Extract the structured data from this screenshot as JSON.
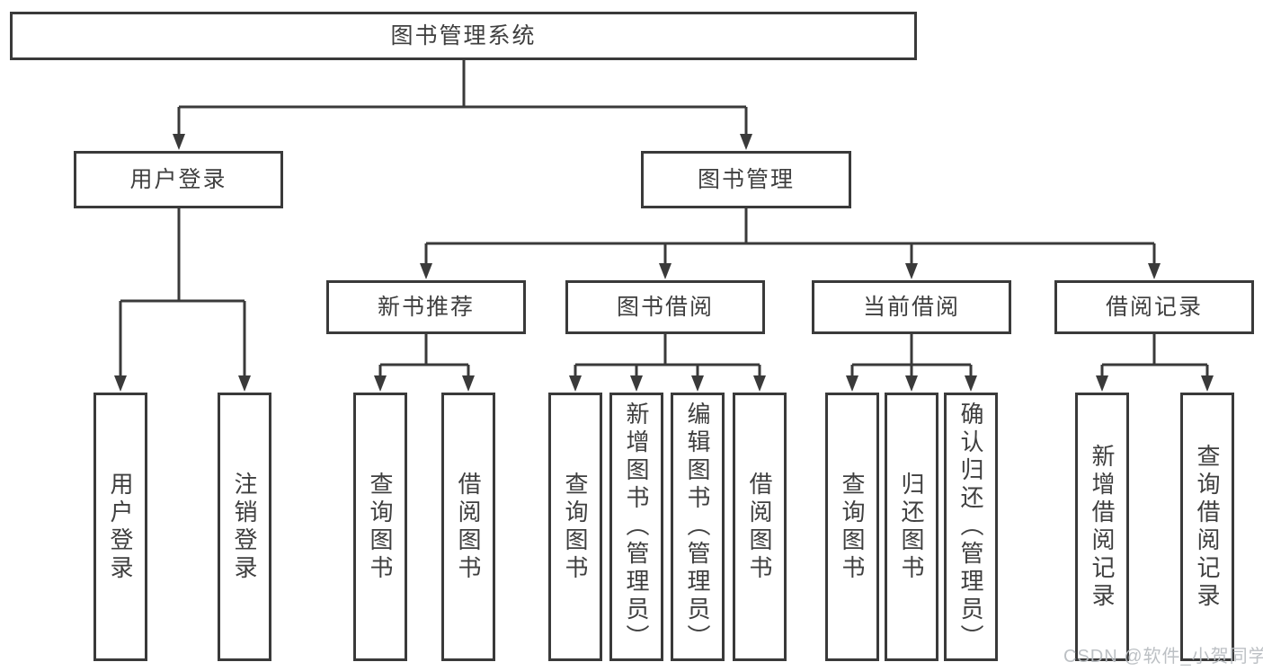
{
  "diagram": {
    "type": "tree",
    "root": "图书管理系统",
    "level2": [
      "用户登录",
      "图书管理"
    ],
    "level3": [
      "新书推荐",
      "图书借阅",
      "当前借阅",
      "借阅记录"
    ],
    "leaves": {
      "user_login": [
        "用户登录",
        "注销登录"
      ],
      "new_book": [
        "查询图书",
        "借阅图书"
      ],
      "book_borrow": [
        "查询图书",
        "新增图书（管理员）",
        "编辑图书（管理员）",
        "借阅图书"
      ],
      "current_borrow": [
        "查询图书",
        "归还图书",
        "确认归还（管理员）"
      ],
      "borrow_records": [
        "新增借阅记录",
        "查询借阅记录"
      ]
    }
  },
  "watermark": "CSDN @软件_小贺同学",
  "colors": {
    "line": "#3a3a3a",
    "text": "#3f3f3f",
    "background": "#ffffff",
    "watermark": "#b9bdc1"
  }
}
